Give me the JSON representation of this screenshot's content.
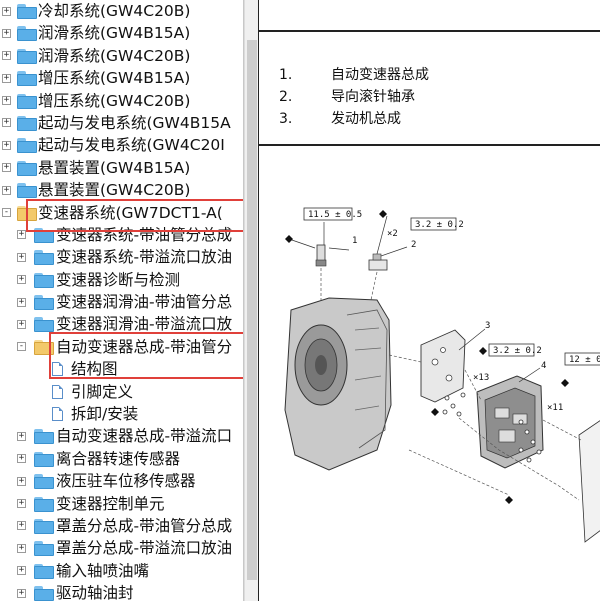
{
  "tree": {
    "items": [
      {
        "label": "冷却系统(GW4C20B)",
        "level": 0,
        "toggle": "+",
        "icon": "folder-icon"
      },
      {
        "label": "润滑系统(GW4B15A)",
        "level": 0,
        "toggle": "+",
        "icon": "folder-icon"
      },
      {
        "label": "润滑系统(GW4C20B)",
        "level": 0,
        "toggle": "+",
        "icon": "folder-icon"
      },
      {
        "label": "增压系统(GW4B15A)",
        "level": 0,
        "toggle": "+",
        "icon": "folder-icon"
      },
      {
        "label": "增压系统(GW4C20B)",
        "level": 0,
        "toggle": "+",
        "icon": "folder-icon"
      },
      {
        "label": "起动与发电系统(GW4B15A",
        "level": 0,
        "toggle": "+",
        "icon": "folder-icon"
      },
      {
        "label": "起动与发电系统(GW4C20I",
        "level": 0,
        "toggle": "+",
        "icon": "folder-icon"
      },
      {
        "label": "悬置装置(GW4B15A)",
        "level": 0,
        "toggle": "+",
        "icon": "folder-icon"
      },
      {
        "label": "悬置装置(GW4C20B)",
        "level": 0,
        "toggle": "+",
        "icon": "folder-icon"
      },
      {
        "label": "变速器系统(GW7DCT1-A(",
        "level": 0,
        "toggle": "-",
        "icon": "folder-open-icon"
      },
      {
        "label": "变速器系统-带油管分总成",
        "level": 1,
        "toggle": "+",
        "icon": "folder-icon"
      },
      {
        "label": "变速器系统-带溢流口放油",
        "level": 1,
        "toggle": "+",
        "icon": "folder-icon"
      },
      {
        "label": "变速器诊断与检测",
        "level": 1,
        "toggle": "+",
        "icon": "folder-icon"
      },
      {
        "label": "变速器润滑油-带油管分总",
        "level": 1,
        "toggle": "+",
        "icon": "folder-icon"
      },
      {
        "label": "变速器润滑油-带溢流口放",
        "level": 1,
        "toggle": "+",
        "icon": "folder-icon"
      },
      {
        "label": "自动变速器总成-带油管分",
        "level": 1,
        "toggle": "-",
        "icon": "folder-open-icon"
      },
      {
        "label": "结构图",
        "level": 2,
        "toggle": "",
        "icon": "document-icon"
      },
      {
        "label": "引脚定义",
        "level": 2,
        "toggle": "",
        "icon": "document-icon"
      },
      {
        "label": "拆卸/安装",
        "level": 2,
        "toggle": "",
        "icon": "document-icon"
      },
      {
        "label": "自动变速器总成-带溢流口",
        "level": 1,
        "toggle": "+",
        "icon": "folder-icon"
      },
      {
        "label": "离合器转速传感器",
        "level": 1,
        "toggle": "+",
        "icon": "folder-icon"
      },
      {
        "label": "液压驻车位移传感器",
        "level": 1,
        "toggle": "+",
        "icon": "folder-icon"
      },
      {
        "label": "变速器控制单元",
        "level": 1,
        "toggle": "+",
        "icon": "folder-icon"
      },
      {
        "label": "罩盖分总成-带油管分总成",
        "level": 1,
        "toggle": "+",
        "icon": "folder-icon"
      },
      {
        "label": "罩盖分总成-带溢流口放油",
        "level": 1,
        "toggle": "+",
        "icon": "folder-icon"
      },
      {
        "label": "输入轴喷油嘴",
        "level": 1,
        "toggle": "+",
        "icon": "folder-icon"
      },
      {
        "label": "驱动轴油封",
        "level": 1,
        "toggle": "+",
        "icon": "folder-icon"
      }
    ],
    "highlight_color": "#e0403a"
  },
  "parts": [
    {
      "num": "1.",
      "name": "自动变速器总成"
    },
    {
      "num": "2.",
      "name": "导向滚针轴承"
    },
    {
      "num": "3.",
      "name": "发动机总成"
    }
  ],
  "diagram": {
    "torque_labels": [
      "11.5 ± 0.5",
      "3.2 ± 0.2",
      "3.2 ± 0.2",
      "12 ± 0."
    ],
    "callouts": [
      "1",
      "2",
      "3",
      "4"
    ],
    "quantities": [
      "×2",
      "×13",
      "×11"
    ]
  }
}
